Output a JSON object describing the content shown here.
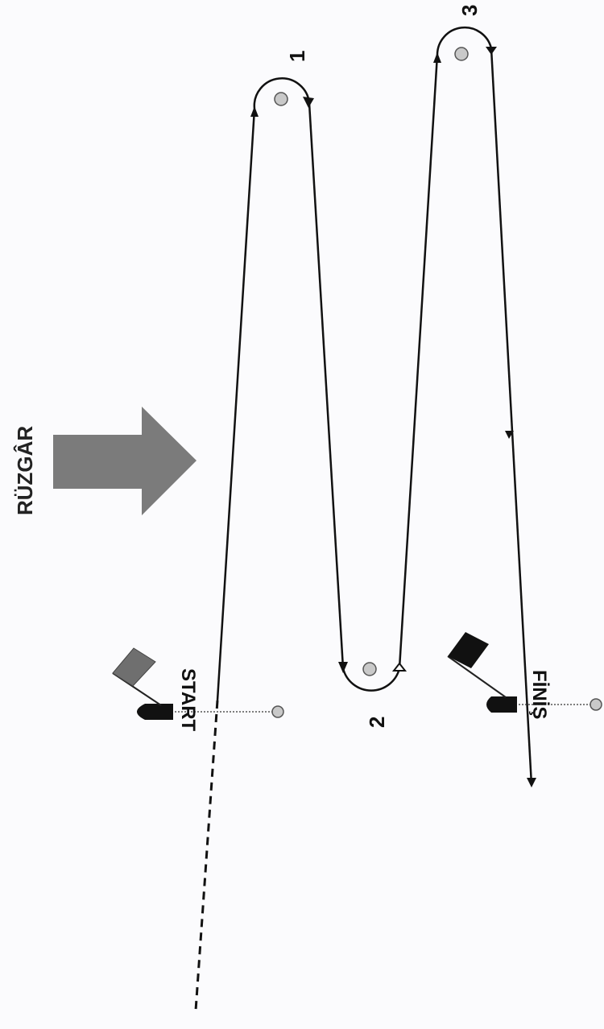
{
  "wind": {
    "label": "RÜZGÂR",
    "arrow_color": "#7b7b7b"
  },
  "start": {
    "label": "START",
    "flag_color": "#6f6f6f",
    "boat_color": "#111111"
  },
  "finish": {
    "label": "FİNİŞ",
    "flag_color": "#111111",
    "boat_color": "#111111"
  },
  "marks": [
    {
      "number": "1"
    },
    {
      "number": "2"
    },
    {
      "number": "3"
    }
  ],
  "colors": {
    "course_line": "#111111",
    "mark_fill": "#c9c9c9",
    "background": "#fbfbfd"
  }
}
